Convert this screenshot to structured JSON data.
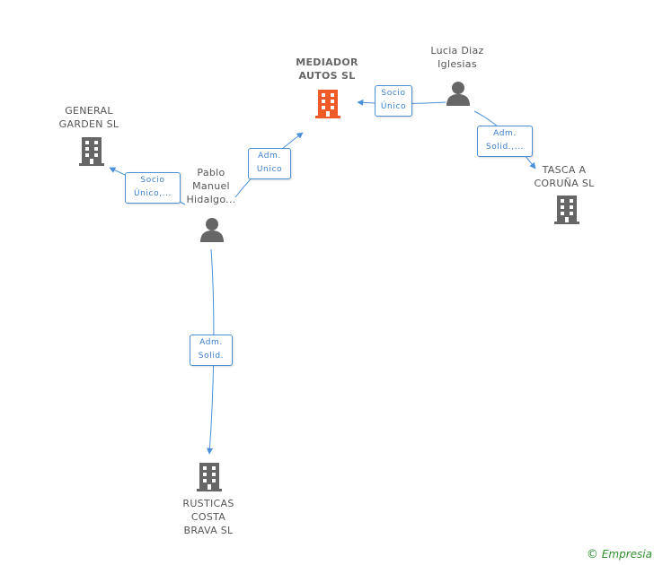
{
  "nodes": {
    "mediador": {
      "label_lines": [
        "MEDIADOR",
        "AUTOS  SL"
      ]
    },
    "lucia": {
      "label_lines": [
        "Lucia Diaz",
        "Iglesias"
      ]
    },
    "general": {
      "label_lines": [
        "GENERAL",
        "GARDEN SL"
      ]
    },
    "pablo": {
      "label_lines": [
        "Pablo",
        "Manuel",
        "Hidalgo..."
      ]
    },
    "tasca": {
      "label_lines": [
        "TASCA A",
        "CORUÑA  SL"
      ]
    },
    "rusticas": {
      "label_lines": [
        "RUSTICAS",
        "COSTA",
        "BRAVA  SL"
      ]
    }
  },
  "edges": {
    "lucia_mediador": [
      "Socio",
      "Único"
    ],
    "pablo_mediador": [
      "Adm.",
      "Unico"
    ],
    "pablo_general": [
      "Socio",
      "Único,..."
    ],
    "lucia_tasca": [
      "Adm.",
      "Solid.,..."
    ],
    "pablo_rusticas": [
      "Adm.",
      "Solid."
    ]
  },
  "footer": {
    "copyright": "©",
    "brand": "Empresia"
  },
  "colors": {
    "company": "#666666",
    "company_primary": "#f05a28",
    "person": "#666666",
    "edge": "#4a90d9"
  }
}
